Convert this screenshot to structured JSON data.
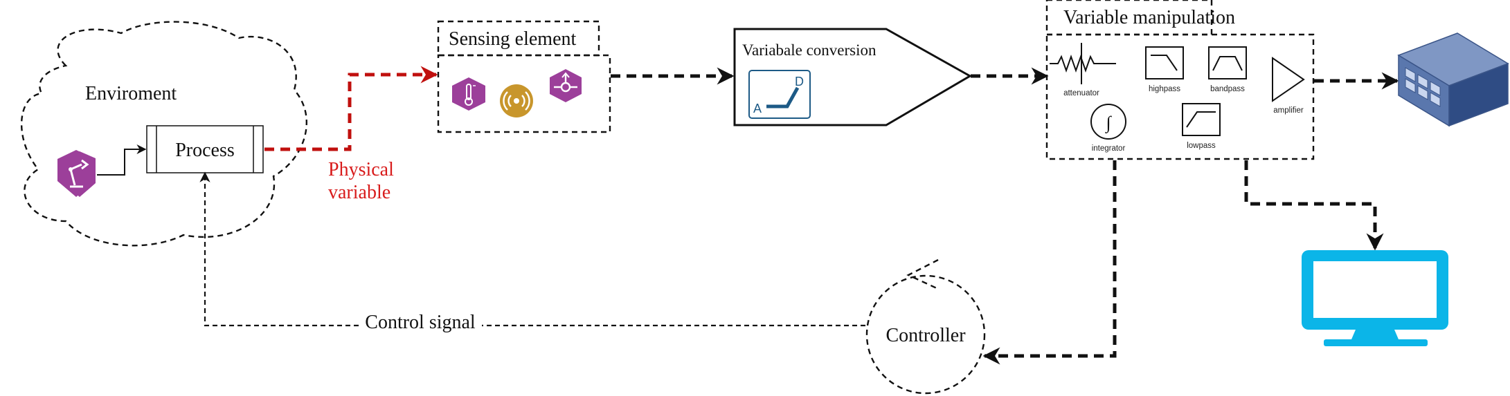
{
  "environment": {
    "label": "Enviroment"
  },
  "process": {
    "label": "Process"
  },
  "physical_variable": {
    "line1": "Physical",
    "line2": "variable"
  },
  "sensing": {
    "label": "Sensing element"
  },
  "conversion": {
    "label": "Variabale conversion",
    "adc_in": "A",
    "adc_out": "D"
  },
  "manipulation": {
    "label": "Variable manipulation",
    "components": {
      "attenuator": "attenuator",
      "highpass": "highpass",
      "bandpass": "bandpass",
      "amplifier": "amplifier",
      "integrator": "integrator",
      "lowpass": "lowpass"
    }
  },
  "controller": {
    "label": "Controller"
  },
  "control_signal": {
    "label": "Control signal"
  },
  "colors": {
    "accent_red": "#c0100e",
    "purple": "#9c3f9a",
    "gold": "#c8962c",
    "monitor_blue": "#0bb5e8",
    "server_blue": "#4d6aa0"
  },
  "icons": {
    "robot_arm": "robot-arm-icon",
    "thermometer": "thermometer-icon",
    "signal": "signal-icon",
    "flow_sensor": "flow-sensor-icon",
    "adc": "adc-icon",
    "server": "server-icon",
    "monitor": "monitor-icon"
  }
}
